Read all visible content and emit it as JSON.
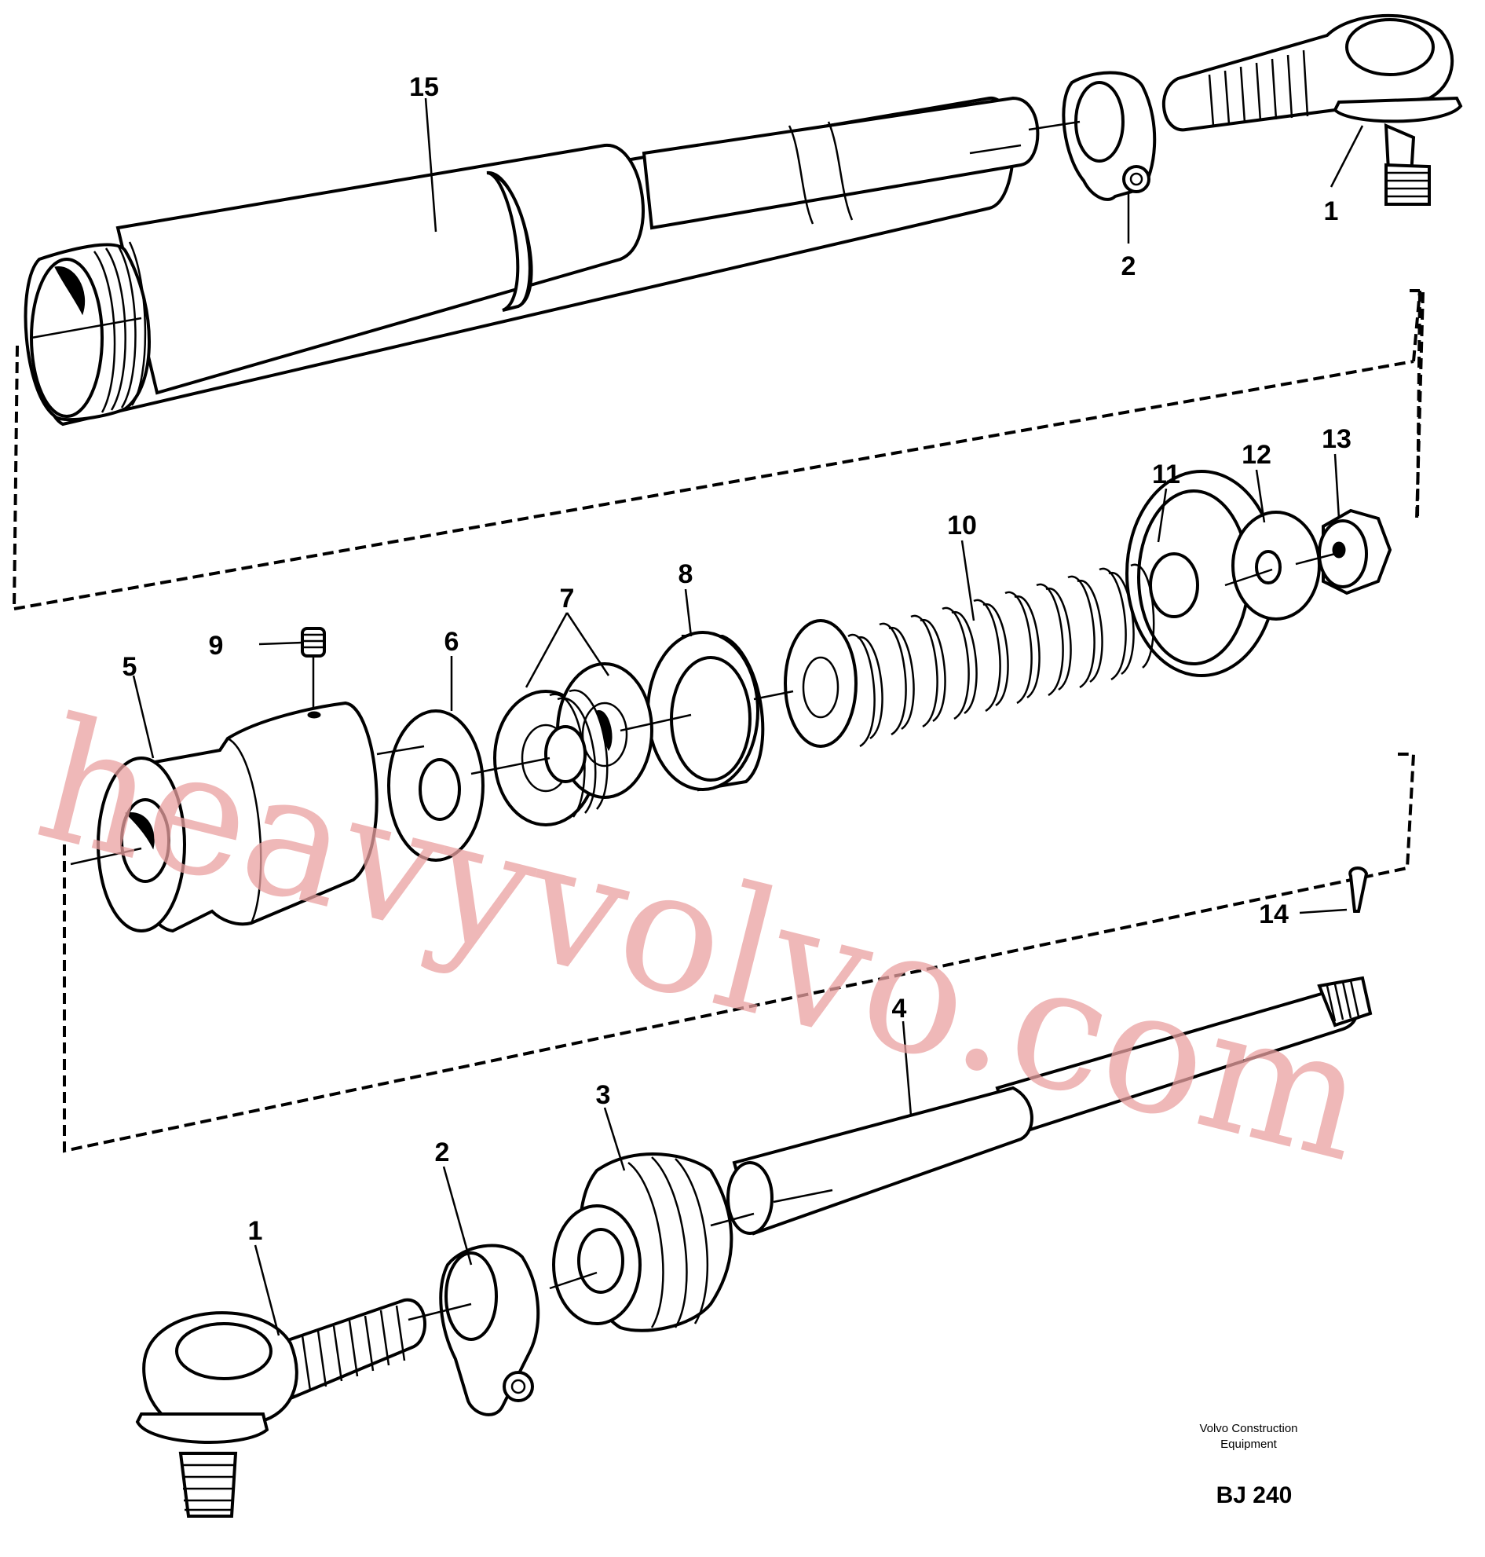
{
  "diagram": {
    "callouts": {
      "top_ball_joint": "1",
      "top_clamp": "2",
      "cylinder_tube": "15",
      "seal_11": "11",
      "washer_12": "12",
      "nut_13": "13",
      "spring_10": "10",
      "bushing_8": "8",
      "cups_7": "7",
      "washer_6": "6",
      "grease_nipple_9": "9",
      "end_piece_5": "5",
      "cotter_pin_14": "14",
      "rod_4": "4",
      "boot_3": "3",
      "bottom_clamp": "2",
      "bottom_ball_joint": "1"
    },
    "caption_line1": "Volvo Construction",
    "caption_line2": "Equipment",
    "drawing_id": "BJ 240",
    "watermark": "heavyvolvo.com"
  },
  "colors": {
    "line": "#000000",
    "paper": "#ffffff",
    "watermark": "#e9a0a0"
  }
}
